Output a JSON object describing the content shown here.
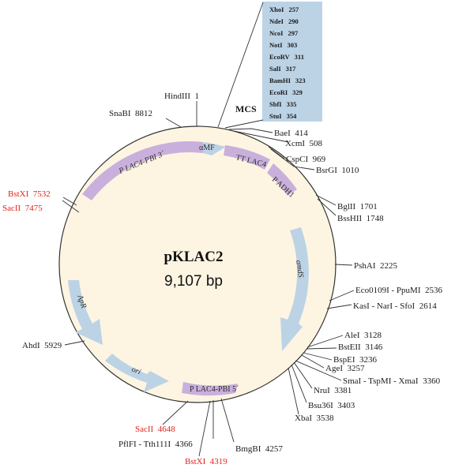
{
  "plasmid": {
    "name": "pKLAC2",
    "size": "9,107 bp"
  },
  "mcs": {
    "label": "MCS",
    "sites": [
      {
        "name": "XhoI",
        "pos": "257"
      },
      {
        "name": "NdeI",
        "pos": "290"
      },
      {
        "name": "NcoI",
        "pos": "297"
      },
      {
        "name": "NotI",
        "pos": "303"
      },
      {
        "name": "EcoRV",
        "pos": "311"
      },
      {
        "name": "SalI",
        "pos": "317"
      },
      {
        "name": "BamHI",
        "pos": "323"
      },
      {
        "name": "EcoRI",
        "pos": "329"
      },
      {
        "name": "SbfI",
        "pos": "335"
      },
      {
        "name": "StuI",
        "pos": "354"
      }
    ]
  },
  "sites": {
    "hindiii": "HindIII  1",
    "snabi": "SnaBI  8812",
    "baei": "BaeI  414",
    "xcmi": "XcmI  508",
    "cspci": "CspCI  969",
    "bsrgi": "BsrGI  1010",
    "bglii": "BglII  1701",
    "bsshii": "BssHII  1748",
    "pshai": "PshAI  2225",
    "eco0109i": "Eco0109I - PpuMI  2536",
    "kasi": "KasI - NarI - SfoI  2614",
    "alei": "AleI  3128",
    "bsteii": "BstEII  3146",
    "bspei": "BspEI  3236",
    "agei": "AgeI  3257",
    "smai": "SmaI - TspMI - XmaI  3360",
    "nrui": "NruI  3381",
    "bsu36i": "Bsu36I  3403",
    "xbai": "XbaI  3538",
    "bmgbi": "BmgBI  4257",
    "pflfi": "PflFI - Tth111I  4366",
    "bstxi_b": "BstXI  4319",
    "sacii_b": "SacII  4648",
    "ahdi": "AhdI  5929",
    "bstxi_a": "BstXI  7532",
    "sacii_a": "SacII  7475"
  },
  "features": {
    "amds": "amdS",
    "apr": "ApR",
    "ori": "ori",
    "alpha_mf": "αMF",
    "tt_lac4": "TT LAC4",
    "padh1": "P ADH1",
    "plac4_3": "P LAC4-PBI 3´",
    "plac4_5": "P LAC4-PBI 5´"
  },
  "colors": {
    "ring_fill": "#fdf5e2",
    "ring_stroke": "#333333",
    "lavender": "#c9b0dc",
    "lightblue": "#bcd3e6",
    "mcs_box": "#bcd3e6",
    "red_label": "#e0231a"
  }
}
